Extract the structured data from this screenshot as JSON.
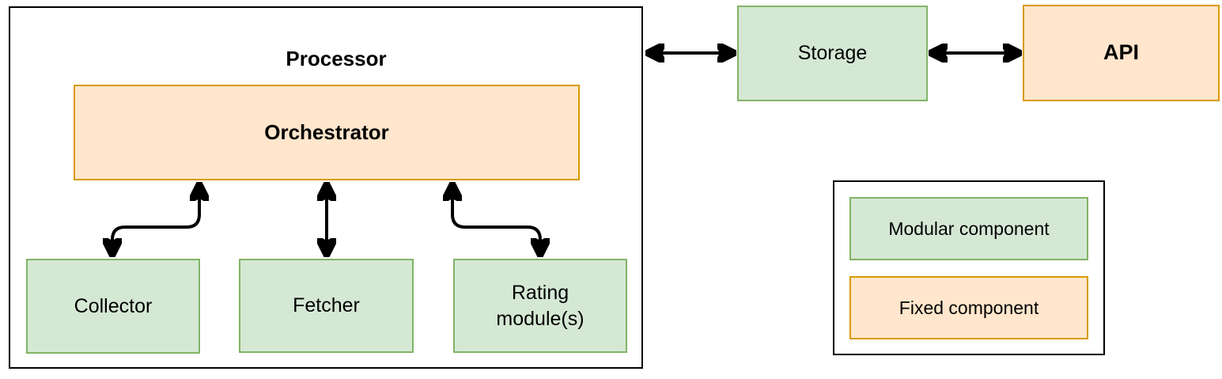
{
  "diagram": {
    "processor_title": "Processor",
    "nodes": {
      "orchestrator": {
        "label": "Orchestrator",
        "type": "fixed"
      },
      "collector": {
        "label": "Collector",
        "type": "modular"
      },
      "fetcher": {
        "label": "Fetcher",
        "type": "modular"
      },
      "rating": {
        "label": "Rating module(s)",
        "type": "modular"
      },
      "storage": {
        "label": "Storage",
        "type": "modular"
      },
      "api": {
        "label": "API",
        "type": "fixed"
      }
    },
    "legend": {
      "modular": {
        "label": "Modular component"
      },
      "fixed": {
        "label": "Fixed component"
      }
    },
    "arrows": [
      {
        "from": "orchestrator",
        "to": "collector",
        "direction": "bidirectional",
        "style": "s-curve"
      },
      {
        "from": "orchestrator",
        "to": "fetcher",
        "direction": "bidirectional",
        "style": "straight"
      },
      {
        "from": "orchestrator",
        "to": "rating",
        "direction": "bidirectional",
        "style": "s-curve"
      },
      {
        "from": "processor",
        "to": "storage",
        "direction": "bidirectional",
        "style": "straight"
      },
      {
        "from": "storage",
        "to": "api",
        "direction": "bidirectional",
        "style": "straight"
      }
    ],
    "colors": {
      "modular_fill": "#d5e8d4",
      "modular_border": "#82b366",
      "fixed_fill": "#ffe6cc",
      "fixed_border": "#d79b00",
      "container_border": "#000000",
      "arrow": "#000000",
      "background": "#ffffff",
      "text": "#000000"
    }
  }
}
